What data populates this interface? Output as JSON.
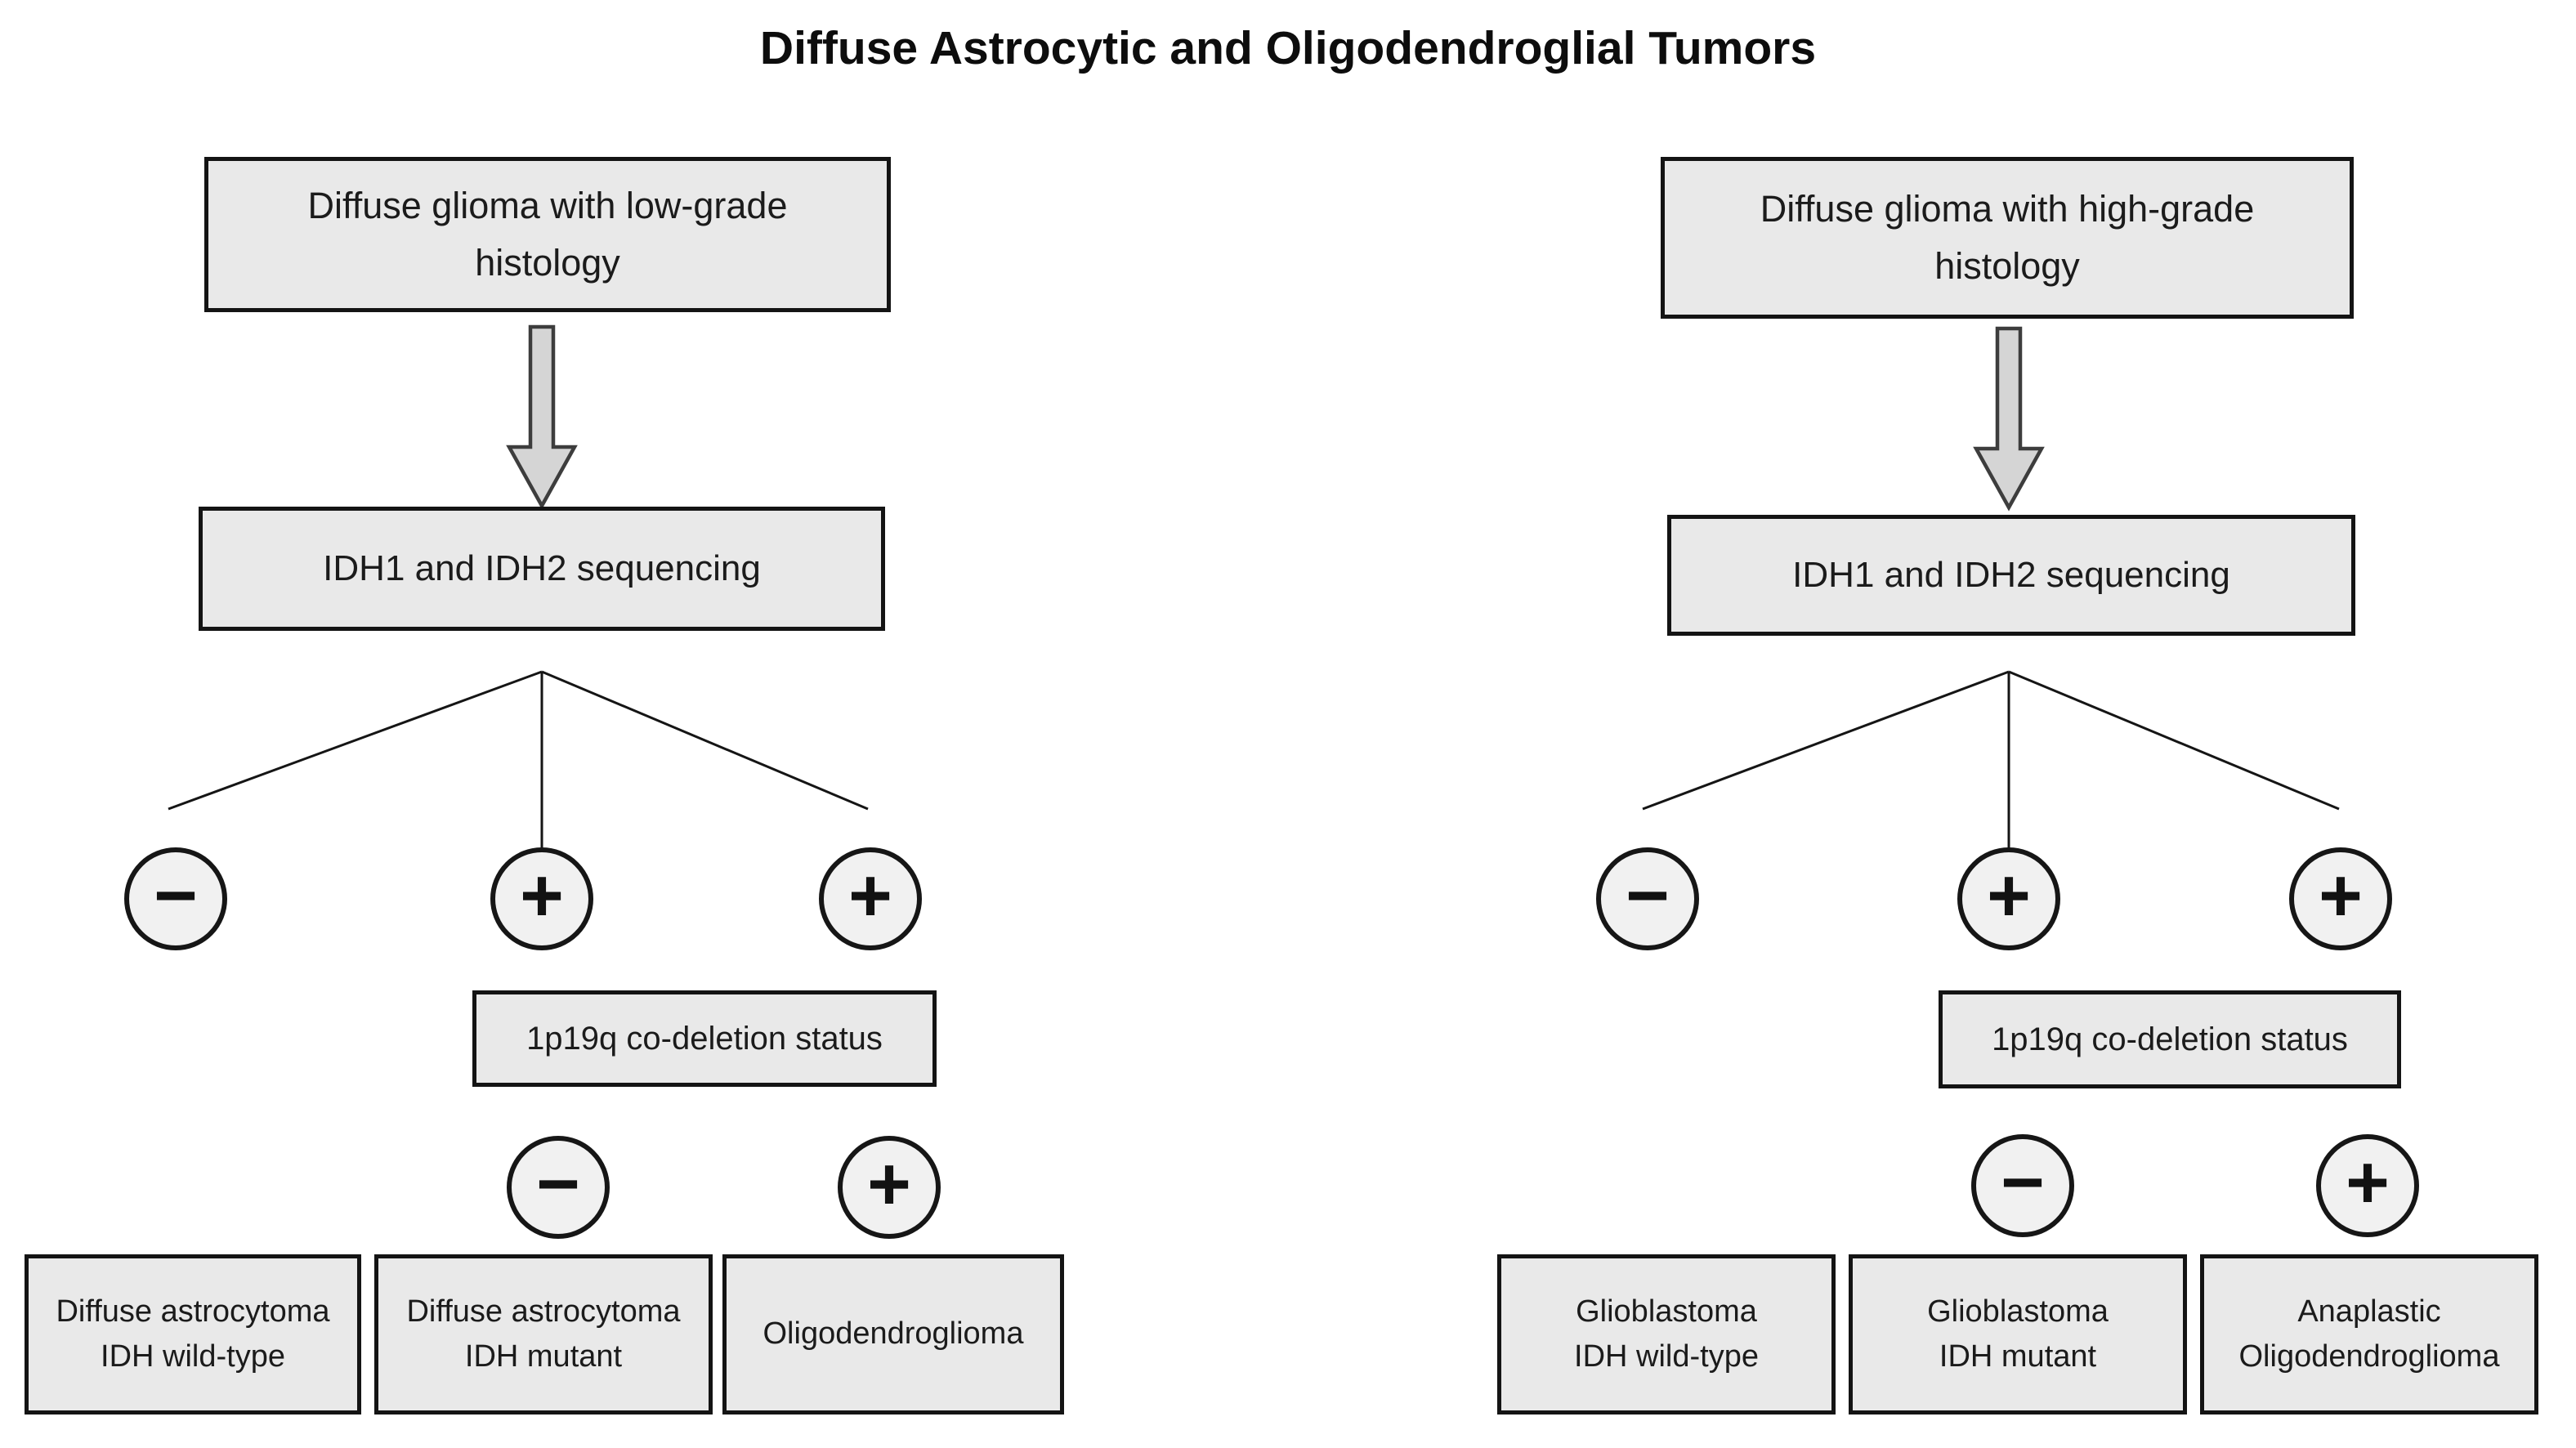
{
  "title": "Diffuse Astrocytic and Oligodendroglial Tumors",
  "left": {
    "top_box": "Diffuse glioma with low-grade\nhistology",
    "sequencing_box": "IDH1 and IDH2 sequencing",
    "seq_results": [
      "−",
      "+",
      "+"
    ],
    "codeletion_box": "1p19q co-deletion status",
    "codeletion_results": [
      "−",
      "+"
    ],
    "outcomes": [
      "Diffuse astrocytoma\nIDH wild-type",
      "Diffuse astrocytoma\nIDH mutant",
      "Oligodendroglioma"
    ]
  },
  "right": {
    "top_box": "Diffuse glioma with high-grade\nhistology",
    "sequencing_box": "IDH1 and IDH2 sequencing",
    "seq_results": [
      "−",
      "+",
      "+"
    ],
    "codeletion_box": "1p19q co-deletion status",
    "codeletion_results": [
      "−",
      "+"
    ],
    "outcomes": [
      "Glioblastoma\nIDH wild-type",
      "Glioblastoma\nIDH mutant",
      "Anaplastic\nOligodendroglioma"
    ]
  },
  "colors": {
    "box_fill": "#e9e9e9",
    "box_border": "#141414",
    "arrow_fill": "#d5d5d5",
    "arrow_border": "#3d3d3d",
    "line": "#151515"
  }
}
